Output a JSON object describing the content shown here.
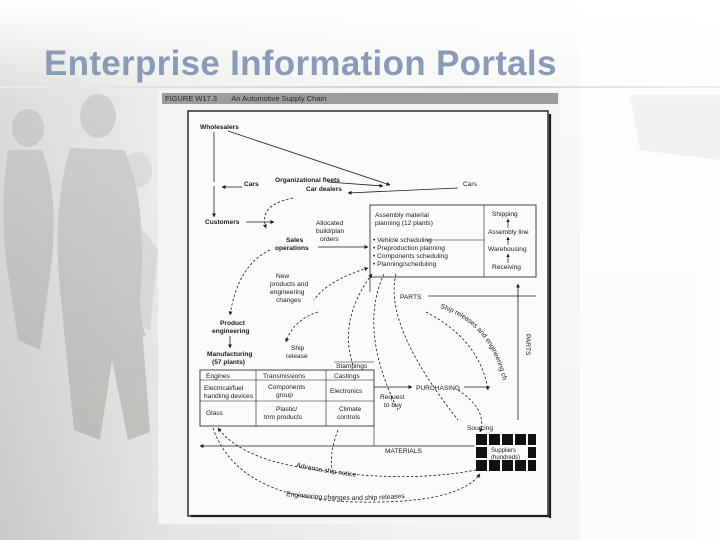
{
  "slide": {
    "title": "Enterprise Information Portals"
  },
  "figure": {
    "caption_label": "FIGURE W17.3",
    "caption_title": "An Automotive Supply Chain"
  },
  "diagram": {
    "wholesalers": "Wholesalers",
    "org_fleets": "Organizational fleets",
    "cars_left": "Cars",
    "car_dealers": "Car dealers",
    "cars_right": "Cars",
    "customers": "Customers",
    "sales_ops_1": "Sales",
    "sales_ops_2": "operations",
    "allocated_1": "Allocated",
    "allocated_2": "build/plan",
    "allocated_3": "orders",
    "assembly_plan_1": "Assembly material",
    "assembly_plan_2": "planning (12 plants)",
    "bullets": [
      "• Vehicle scheduling",
      "• Preproduction planning",
      "• Components scheduling",
      "• Planning/scheduling"
    ],
    "shipping": "Shipping",
    "assembly_line": "Assembly line",
    "warehousing": "Warehousing",
    "receiving": "Receiving",
    "new_products_1": "New",
    "new_products_2": "products and",
    "new_products_3": "engineering",
    "new_products_4": "changes",
    "parts": "PARTS",
    "parts_right": "PARTS",
    "product_eng_1": "Product",
    "product_eng_2": "engineering",
    "ship_release_1": "Ship",
    "ship_release_2": "release",
    "manufacturing_1": "Manufacturing",
    "manufacturing_2": "(57 plants)",
    "stampings": "Stampings",
    "engines": "Engines",
    "transmissions": "Transmissions",
    "castings": "Castings",
    "electrical_1": "Electrical/fuel",
    "electrical_2": "handling devices",
    "components_1": "Components",
    "components_2": "group",
    "electronics": "Electronics",
    "glass": "Glass",
    "plastics_1": "Plastic/",
    "plastics_2": "trim products",
    "climate_1": "Climate",
    "climate_2": "controls",
    "purchasing": "PURCHASING",
    "request_1": "Request",
    "request_2": "to buy",
    "sourcing": "Sourcing",
    "materials": "MATERIALS",
    "suppliers_1": "Suppliers",
    "suppliers_2": "(hundreds)",
    "ship_releases_curved": "Ship releases and engineering changes",
    "advance_ship_notice": "Advance ship notice",
    "eng_changes_bottom": "Engineering changes and ship releases"
  }
}
